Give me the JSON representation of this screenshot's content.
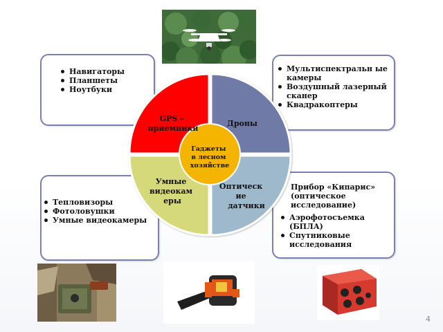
{
  "center": {
    "lines": [
      "Гаджеты",
      "в лесном",
      "хозяйстве"
    ]
  },
  "quadrants": {
    "top_left": {
      "lines": [
        "GPS –",
        "приемники"
      ],
      "color": "#ff0000"
    },
    "top_right": {
      "lines": [
        "Дроны"
      ],
      "color": "#6f7aa6"
    },
    "bottom_left": {
      "lines": [
        "Умные",
        "видеокам",
        "еры"
      ],
      "color": "#d6d97a"
    },
    "bottom_right": {
      "lines": [
        "Оптическ",
        "ие",
        "датчики"
      ],
      "color": "#9fb9cc"
    }
  },
  "center_color": "#f5b400",
  "boxes": {
    "top_left": {
      "items": [
        "Навигаторы",
        "Планшеты",
        "Ноутбуки"
      ]
    },
    "top_right": {
      "items": [
        "Мультиспектральн ые камеры",
        "Воздушный лазерный сканер",
        "Квадракоптеры"
      ]
    },
    "bottom_left": {
      "items": [
        "Тепловизоры",
        "Фотоловушки",
        "Умные видеокамеры"
      ]
    },
    "bottom_right": {
      "intro": "Прибор «Кипарис» (оптическое исследование)",
      "items": [
        "Аэрофотосъемка (БПЛА)",
        "Спутниковые исследования"
      ]
    }
  },
  "photos": {
    "drone": "drone-photo",
    "trap": "camera-trap-photo",
    "thermal": "thermal-camera-photo",
    "multispectral": "multispectral-sensor-photo"
  },
  "page_number": "4"
}
